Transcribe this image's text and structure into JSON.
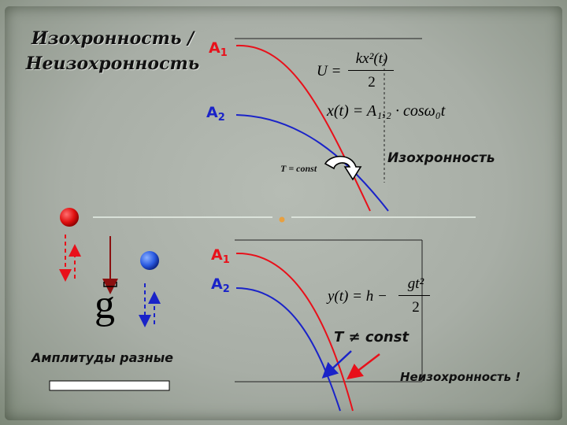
{
  "title": {
    "line1": "Изохронность /",
    "line2": "Неизохронность"
  },
  "top_panel": {
    "a1": {
      "letter": "A",
      "index": "1"
    },
    "a2": {
      "letter": "A",
      "index": "2"
    },
    "formula_u": {
      "lhs": "U =",
      "numerator": "kx²(t)",
      "denominator": "2"
    },
    "formula_x": "x(t) = A₁,₂ · cosω₀t",
    "t_const": "T = const",
    "isochronism_label": "Изохронность"
  },
  "bottom_panel": {
    "a1": {
      "letter": "A",
      "index": "1"
    },
    "a2": {
      "letter": "A",
      "index": "2"
    },
    "formula_y": {
      "lhs": "y(t) = h −",
      "numerator": "gt²",
      "denominator": "2"
    },
    "t_not_const": "T ≠ const",
    "non_isochronism_label": "Неизохронность !",
    "gravity_symbol": "g",
    "amplitudes_label": "Амплитуды разные"
  },
  "colors": {
    "red_curve": "#e8101a",
    "blue_curve": "#1a23c8",
    "red_ball": "#e01010",
    "blue_ball": "#2a5ae0",
    "divider_dot": "#e8a040"
  }
}
